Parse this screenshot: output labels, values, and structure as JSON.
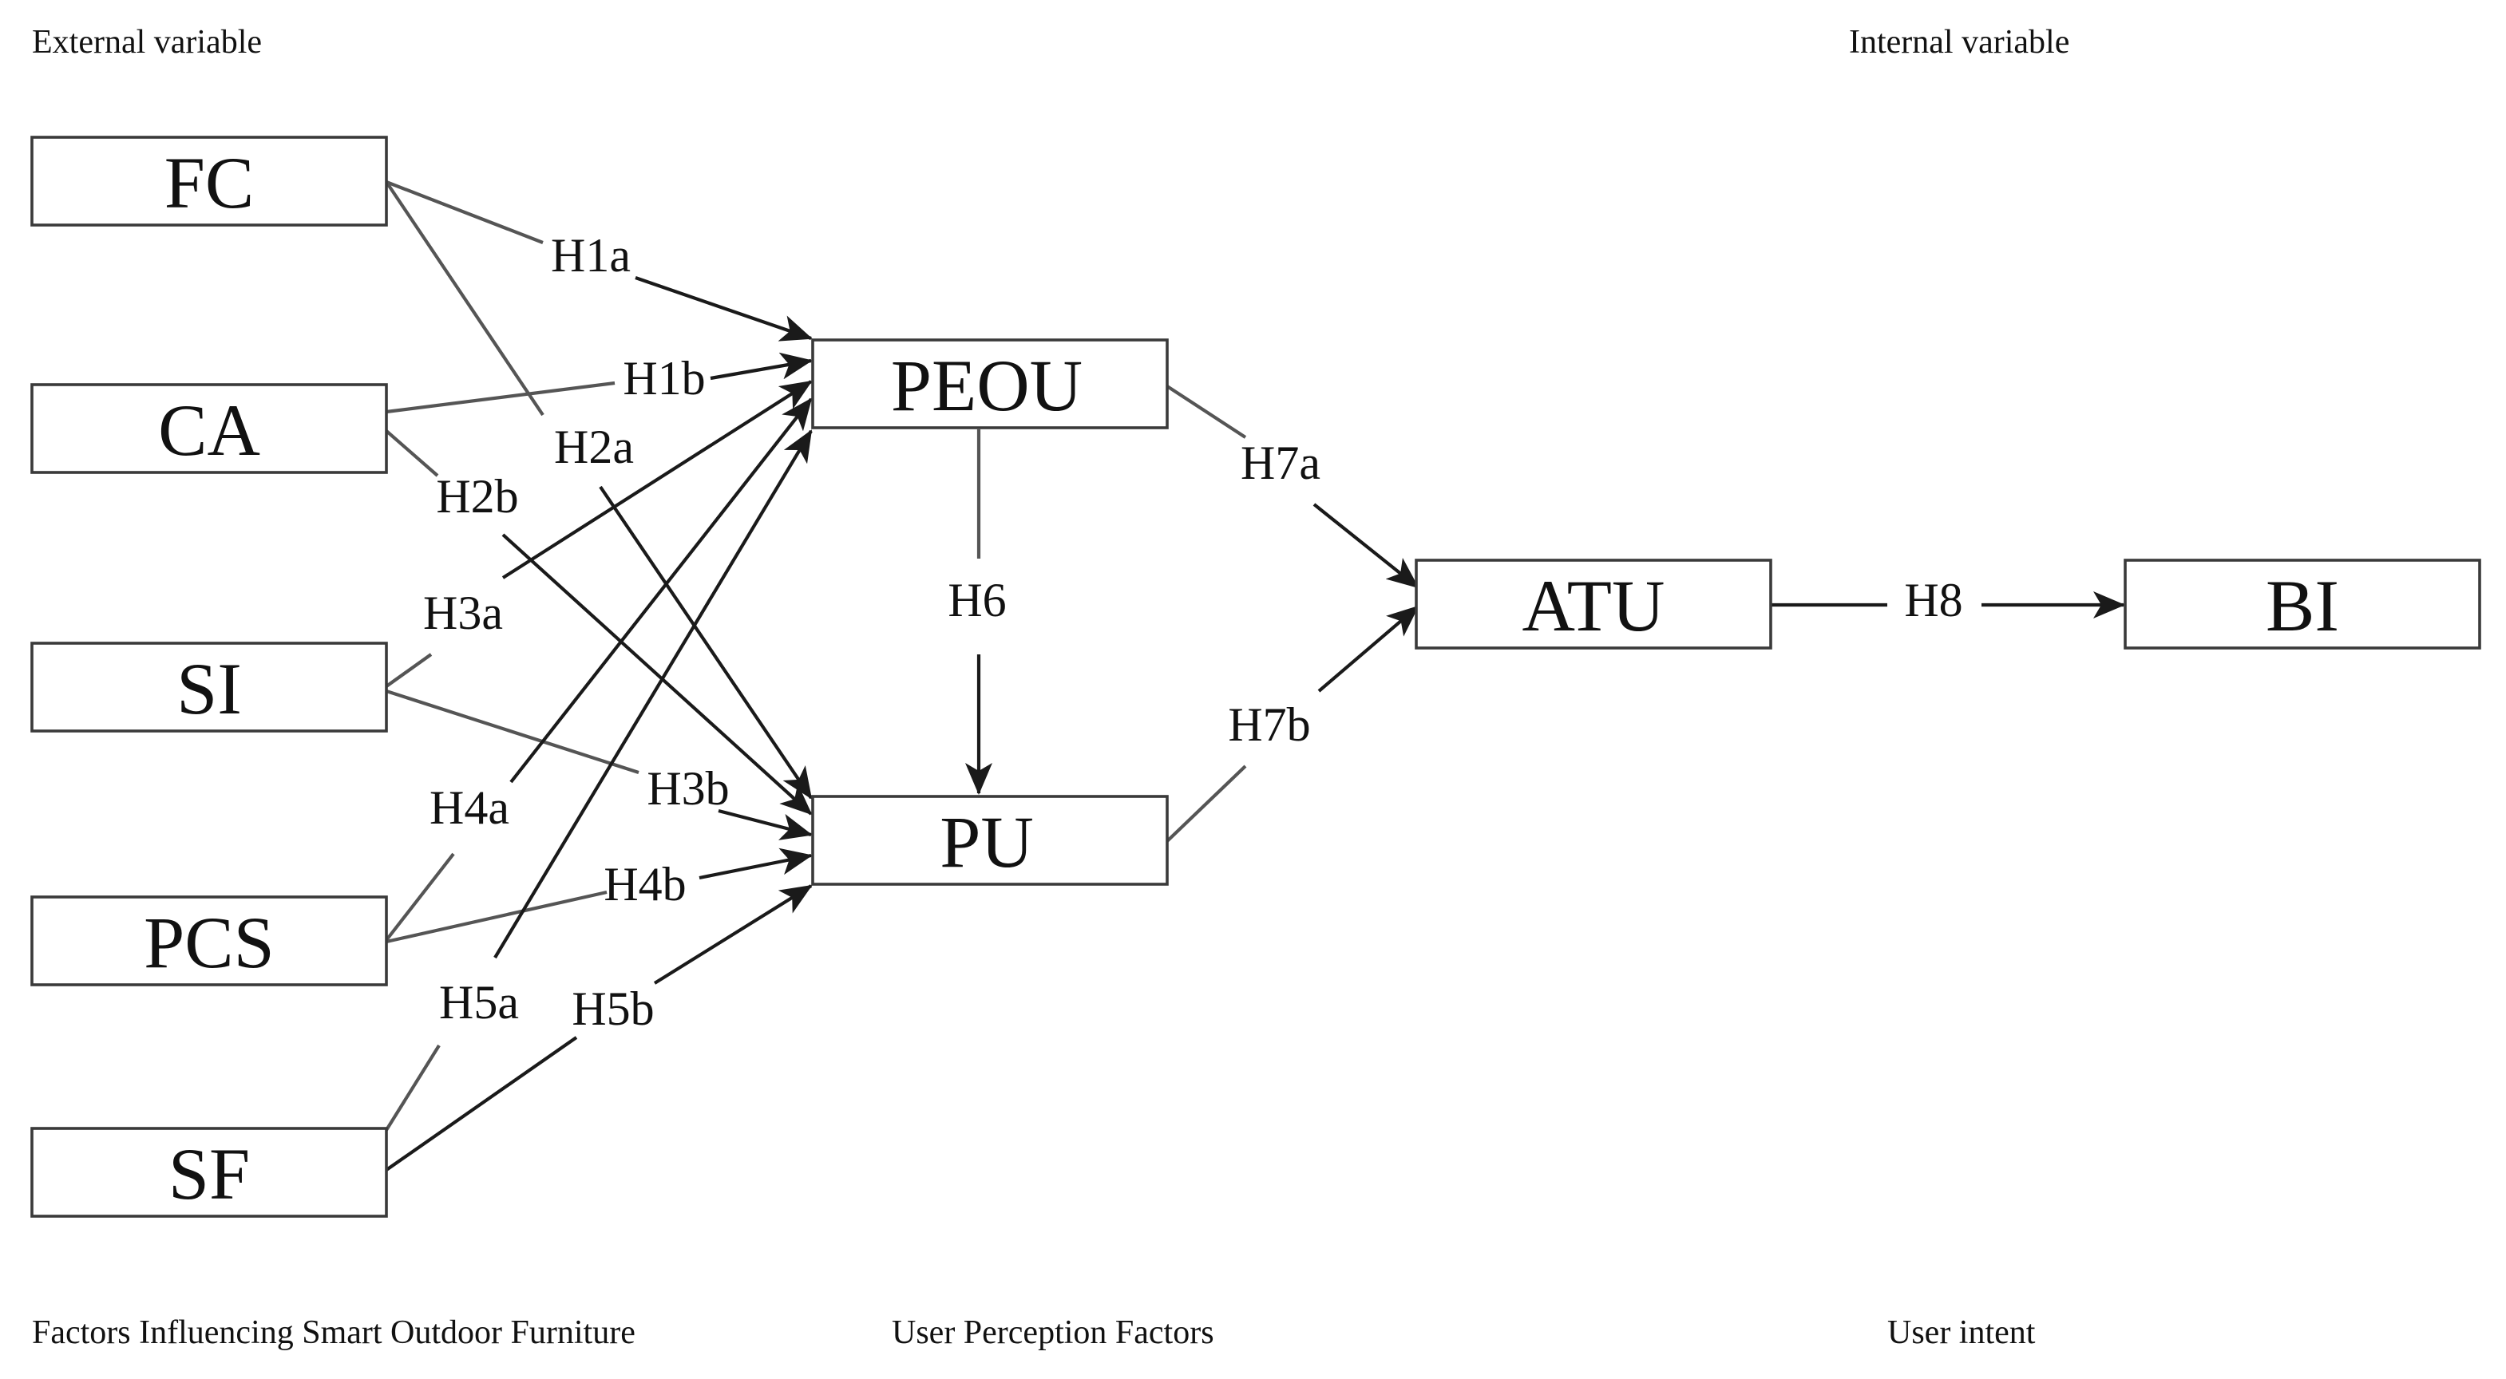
{
  "captions": {
    "external_variable": "External variable",
    "internal_variable": "Internal variable",
    "factors": "Factors Influencing Smart Outdoor Furniture",
    "user_perception": "User Perception Factors",
    "user_intent": "User intent"
  },
  "nodes": {
    "fc": "FC",
    "ca": "CA",
    "si": "SI",
    "pcs": "PCS",
    "sf": "SF",
    "peou": "PEOU",
    "pu": "PU",
    "atu": "ATU",
    "bi": "BI"
  },
  "edges": {
    "h1a": "H1a",
    "h1b": "H1b",
    "h2a": "H2a",
    "h2b": "H2b",
    "h3a": "H3a",
    "h3b": "H3b",
    "h4a": "H4a",
    "h4b": "H4b",
    "h5a": "H5a",
    "h5b": "H5b",
    "h6": "H6",
    "h7a": "H7a",
    "h7b": "H7b",
    "h8": "H8"
  },
  "colors": {
    "line": "#555555",
    "arrow": "#1a1a1a",
    "box_border": "#3a3a3a",
    "text": "#111111"
  }
}
